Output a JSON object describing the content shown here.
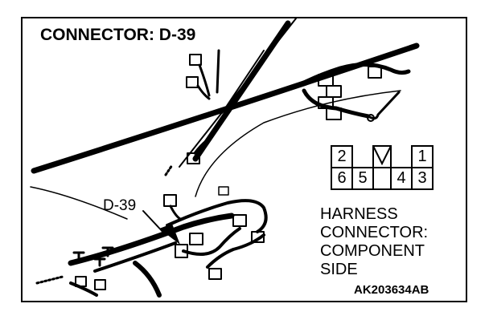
{
  "diagram": {
    "title": "CONNECTOR: D-39",
    "callout_label": "D-39",
    "caption_lines": [
      "HARNESS",
      "CONNECTOR:",
      "COMPONENT",
      "SIDE"
    ],
    "figure_code": "AK203634AB",
    "pin_top_row": [
      "2",
      "",
      "1"
    ],
    "pin_bottom_row": [
      "6",
      "5",
      "4",
      "3"
    ],
    "line_color": "#000000",
    "background_color": "#ffffff"
  }
}
